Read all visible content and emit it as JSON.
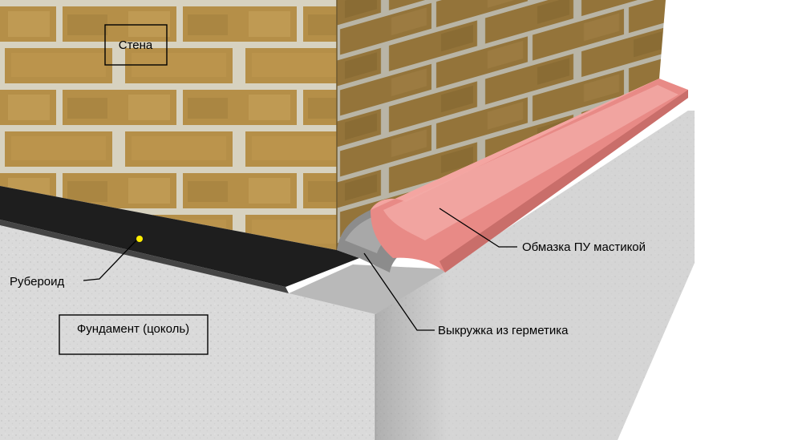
{
  "labels": {
    "wall": "Стена",
    "foundation": "Фундамент (цоколь)",
    "roofing_felt": "Рубероид",
    "pu_mastic_coating": "Обмазка ПУ мастикой",
    "sealant_fillet": "Выкружка из герметика"
  },
  "colors": {
    "background": "#ffffff",
    "brick": "#b8934a",
    "mortar": "#d8d4c4",
    "concrete": "#d9d9d9",
    "roofing_felt": "#1e1e1e",
    "pu_mastic": "#e88a86",
    "sealant": "#8c8c8c",
    "marker_dot": "#ffee00"
  }
}
